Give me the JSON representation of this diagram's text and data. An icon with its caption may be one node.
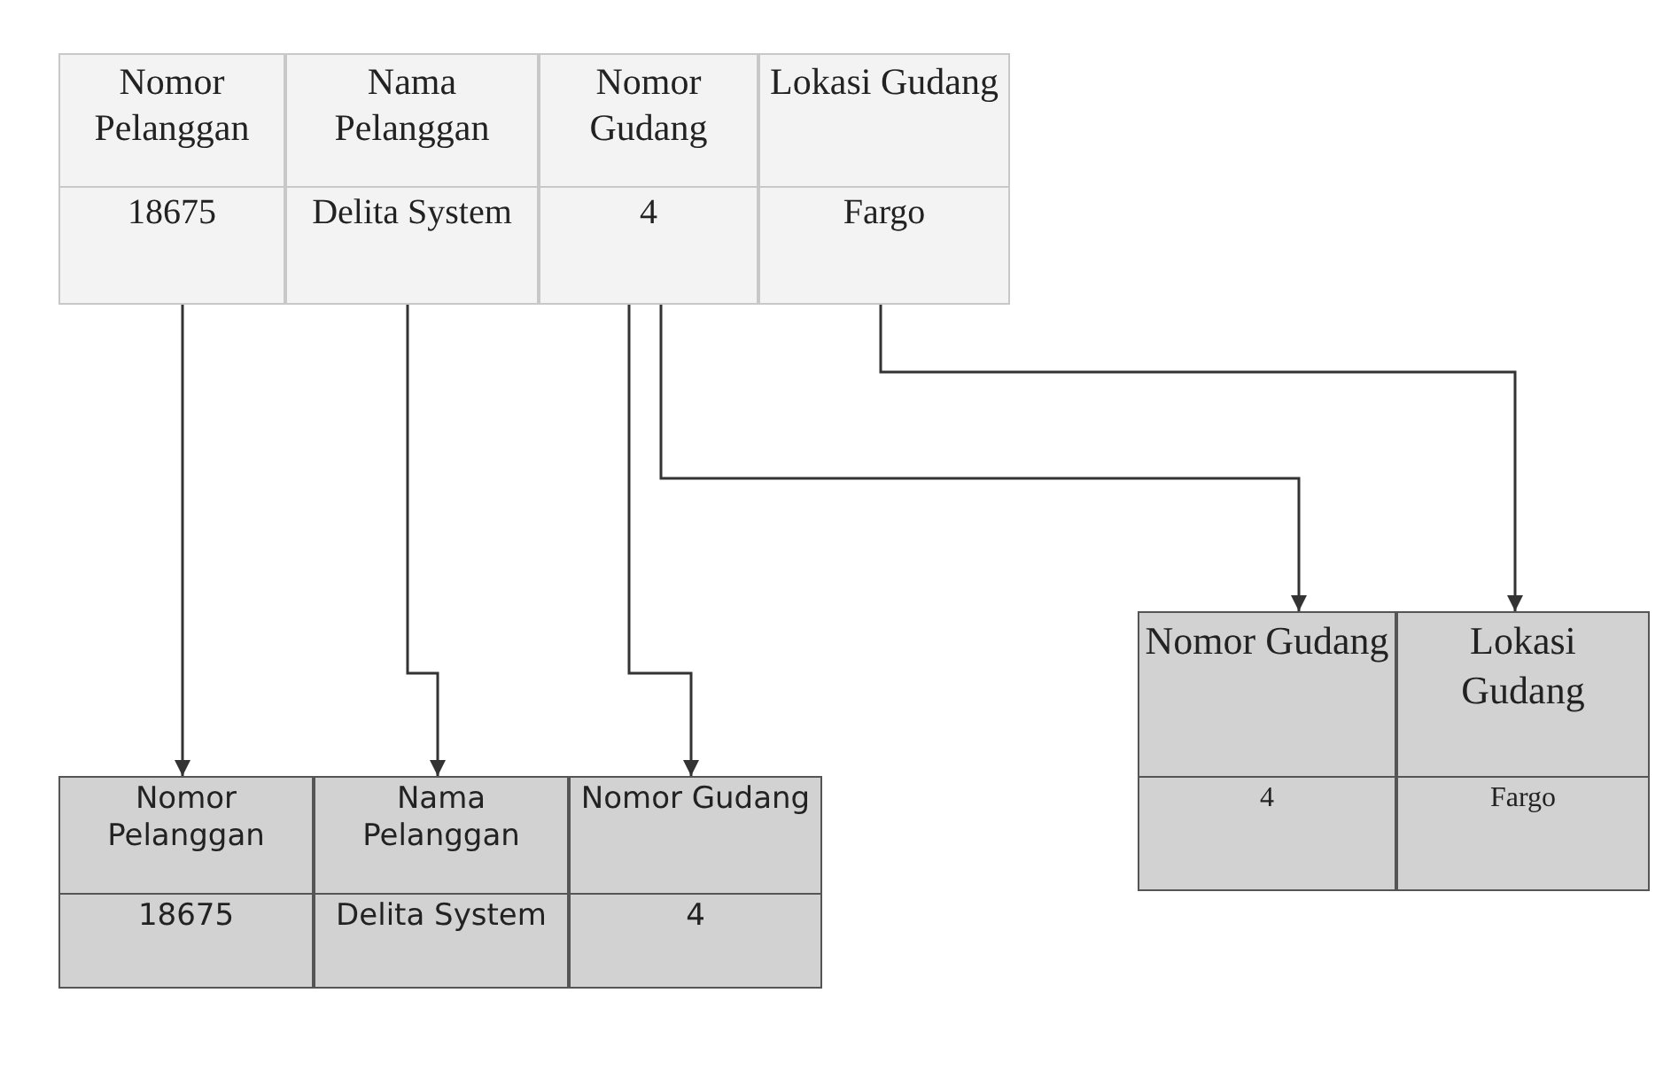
{
  "diagram": {
    "nodes": [
      {
        "text": [
          "Nomor Pelanggan",
          "18675"
        ]
      },
      {
        "text": [
          "Nama Pelanggan",
          "Delita System"
        ]
      },
      {
        "text": [
          "Nomor Gudang",
          "4"
        ]
      },
      {
        "text": [
          "Lokasi Gudang",
          "Fargo"
        ]
      },
      {
        "text": [
          "Nomor Pelanggan",
          "18675"
        ]
      },
      {
        "text": [
          "Nama Pelanggan",
          "Delita System"
        ]
      },
      {
        "text": [
          "Nomor Gudang",
          "4"
        ]
      },
      {
        "text": [
          "Nomor Gudang",
          "4"
        ]
      },
      {
        "text": [
          "Lokasi Gudang",
          "Fargo"
        ]
      }
    ],
    "edges": [
      {
        "from": 0,
        "to": 4,
        "arrow": "to"
      },
      {
        "from": 1,
        "to": 5,
        "arrow": "to"
      },
      {
        "from": 2,
        "to": 6,
        "arrow": "to"
      },
      {
        "from": 2,
        "to": 7,
        "arrow": "to"
      },
      {
        "from": 3,
        "to": 8,
        "arrow": "to"
      }
    ]
  }
}
